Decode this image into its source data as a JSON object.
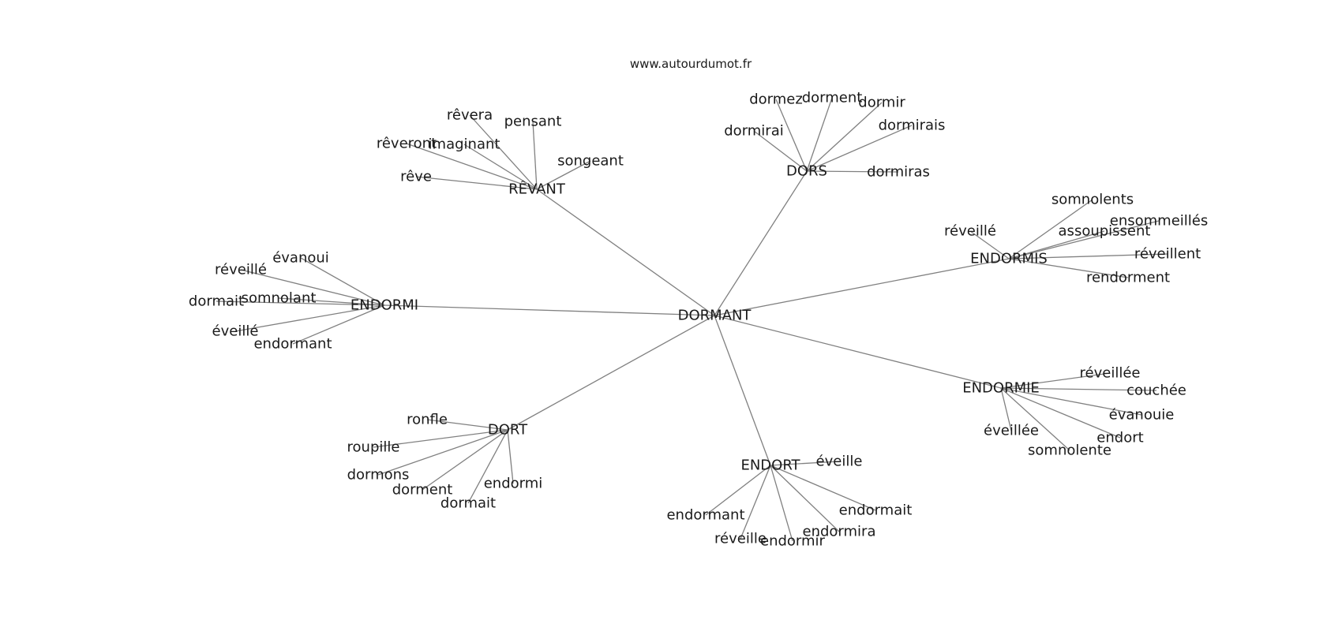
{
  "source_label": "www.autourdumot.fr",
  "root": "DORMANT",
  "groups": [
    {
      "hub": "RÊVANT",
      "words": [
        "rêvera",
        "pensant",
        "rêveront",
        "imaginant",
        "songeant",
        "rêve"
      ]
    },
    {
      "hub": "DORS",
      "words": [
        "dormez",
        "dorment",
        "dormir",
        "dormirai",
        "dormirais",
        "dormiras"
      ]
    },
    {
      "hub": "ENDORMIS",
      "words": [
        "somnolents",
        "réveillé",
        "ensommeillés",
        "assoupissent",
        "réveillent",
        "rendorment"
      ]
    },
    {
      "hub": "ENDORMI",
      "words": [
        "évanoui",
        "réveillé",
        "dormait",
        "somnolant",
        "éveillé",
        "endormant"
      ]
    },
    {
      "hub": "ENDORMIE",
      "words": [
        "réveillée",
        "couchée",
        "évanouie",
        "endort",
        "éveillée",
        "somnolente"
      ]
    },
    {
      "hub": "DORT",
      "words": [
        "ronfle",
        "roupille",
        "dormons",
        "dorment",
        "dormait",
        "endormi"
      ]
    },
    {
      "hub": "ENDORT",
      "words": [
        "éveille",
        "endormant",
        "endormait",
        "endormira",
        "réveille",
        "endormir"
      ]
    }
  ]
}
